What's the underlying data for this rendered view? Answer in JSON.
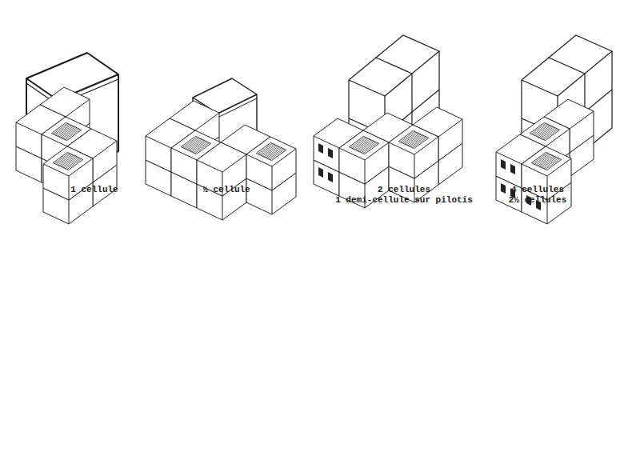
{
  "diagram": {
    "labels": [
      "1 cellule",
      "½ cellule",
      "2 cellules",
      "1 demi-cellule sur pilotis",
      "4 cellules",
      "2½ cellules"
    ]
  }
}
